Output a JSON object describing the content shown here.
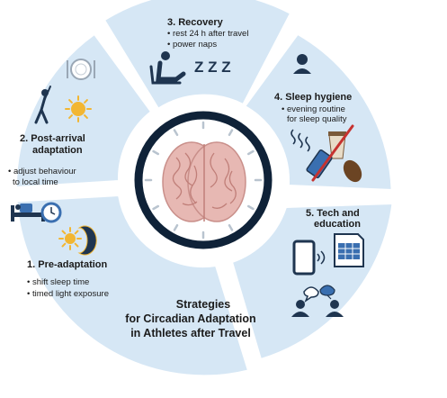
{
  "diagram": {
    "sections": [
      {
        "id": "pre-adaptation",
        "heading": "1.  Pre-adaptation",
        "items": [
          "• shift sleep time",
          "• timed light exposure"
        ]
      },
      {
        "id": "post-arrival",
        "heading_lines": [
          "2. Post-arrival",
          "adaptation"
        ],
        "items": [
          "• adjust behaviour",
          "to local time"
        ]
      },
      {
        "id": "recovery",
        "heading": "3. Recovery",
        "items": [
          "• rest 24 h after travel",
          "• power naps"
        ]
      },
      {
        "id": "sleep-hygiene",
        "heading": "4. Sleep hygiene",
        "items": [
          "• evening routine",
          "for sleep quality"
        ]
      },
      {
        "id": "tech-education",
        "heading_lines": [
          "5. Tech and",
          "education"
        ],
        "items": []
      }
    ],
    "center_caption": [
      "Strategies",
      "for Circadian Adaptation",
      "in Athletes after Travel"
    ],
    "icons": {
      "pre": [
        "bed-icon",
        "clock-icon",
        "sun-icon",
        "moon-icon"
      ],
      "post": [
        "plate-icon",
        "stretching-person-icon",
        "sun-icon"
      ],
      "recovery": [
        "resting-person-icon",
        "zzz-icon"
      ],
      "hygiene": [
        "person-avatar-icon",
        "coffee-cup-icon",
        "phone-icon",
        "no-symbol-icon",
        "coffee-bean-icon"
      ],
      "tech": [
        "smartphone-icon",
        "spreadsheet-icon",
        "discussion-icon"
      ],
      "center": [
        "clock-face-icon",
        "brain-icon"
      ]
    },
    "colors": {
      "ring_segment": "#d6e7f5",
      "segment_border": "#ffffff",
      "clock_rim": "#0f2238",
      "clock_face": "#ffffff",
      "brain": "#e7b8b3",
      "icon_dark": "#1f3550",
      "icon_blue": "#3a6fb0",
      "sun": "#f2b632"
    }
  }
}
